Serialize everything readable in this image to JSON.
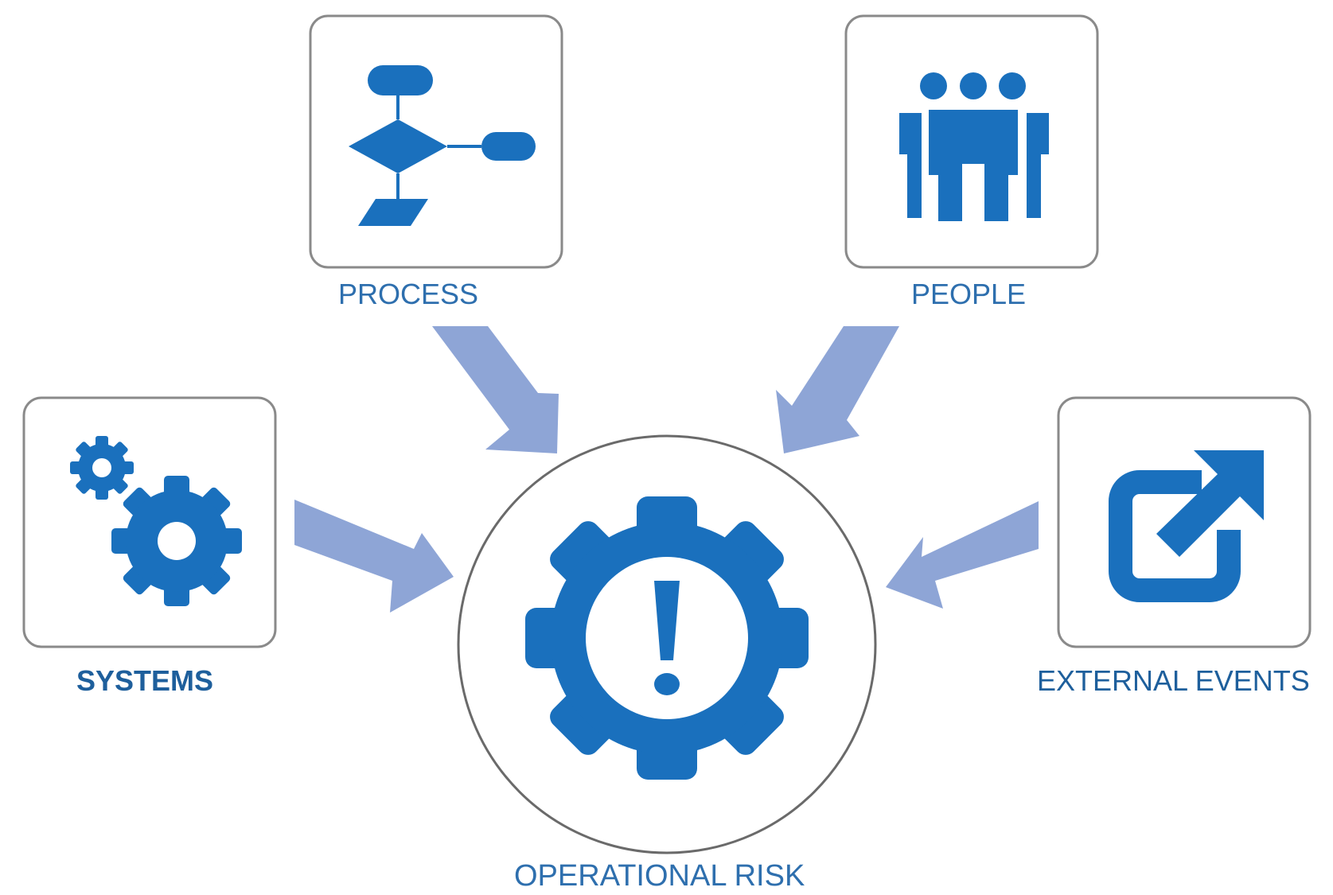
{
  "diagram": {
    "center": {
      "label": "OPERATIONAL RISK",
      "icon": "gear-exclamation-icon"
    },
    "factors": [
      {
        "id": "process",
        "label": "PROCESS",
        "icon": "flowchart-icon"
      },
      {
        "id": "people",
        "label": "PEOPLE",
        "icon": "people-group-icon"
      },
      {
        "id": "systems",
        "label": "SYSTEMS",
        "icon": "gears-icon"
      },
      {
        "id": "external",
        "label": "EXTERNAL EVENTS",
        "icon": "external-link-icon"
      }
    ]
  },
  "colors": {
    "icon_blue": "#1a70bd",
    "arrow_blue": "#8ea5d6",
    "box_border": "#8a8a8a",
    "label_blue": "#2e6fae"
  }
}
